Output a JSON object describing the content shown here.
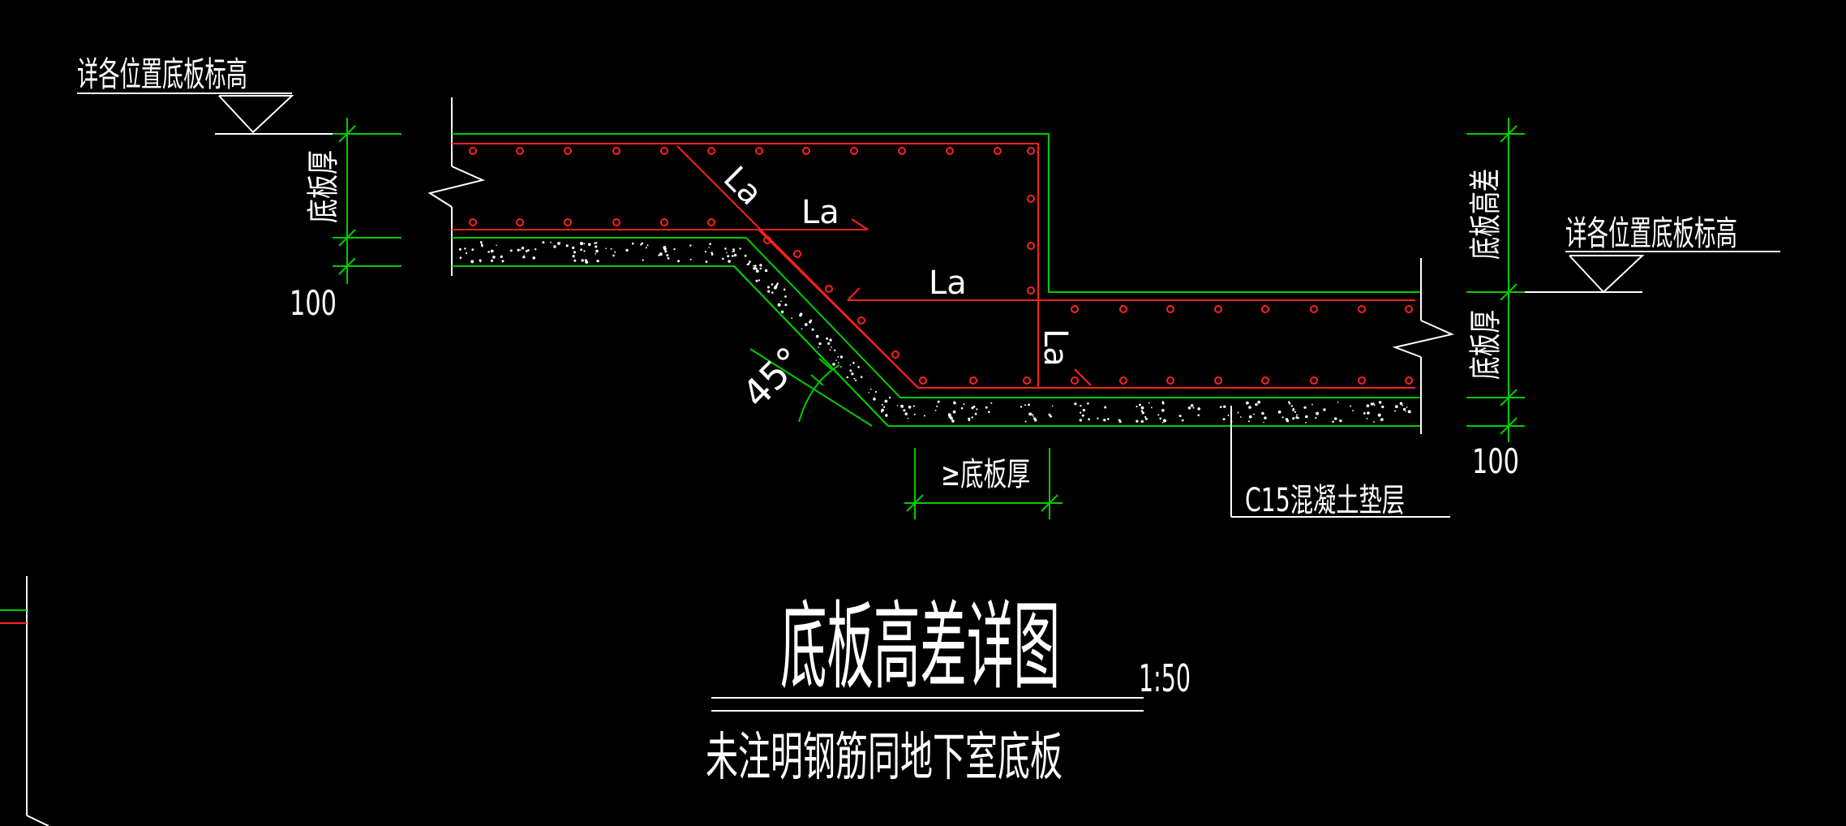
{
  "labels": {
    "top_left_elevation": "详各位置底板标高",
    "right_elevation": "详各位置底板标高",
    "left_slab_thickness": "底板厚",
    "right_slab_thickness": "底板厚",
    "elevation_difference": "底板高差",
    "left_cushion_dim": "100",
    "right_cushion_dim": "100",
    "anchor_la_diag": "La",
    "anchor_la_upper": "La",
    "anchor_la_mid": "La",
    "anchor_la_vertical": "La",
    "angle": "45°",
    "min_thickness": "≥底板厚",
    "cushion_layer": "C15混凝土垫层",
    "title": "底板高差详图",
    "scale": "1:50",
    "note": "未注明钢筋同地下室底板"
  },
  "colors": {
    "background": "#000000",
    "concrete_outline": "#ffffff",
    "dimension": "#00cc00",
    "rebar": "#ff2020",
    "text": "#ffffff"
  }
}
